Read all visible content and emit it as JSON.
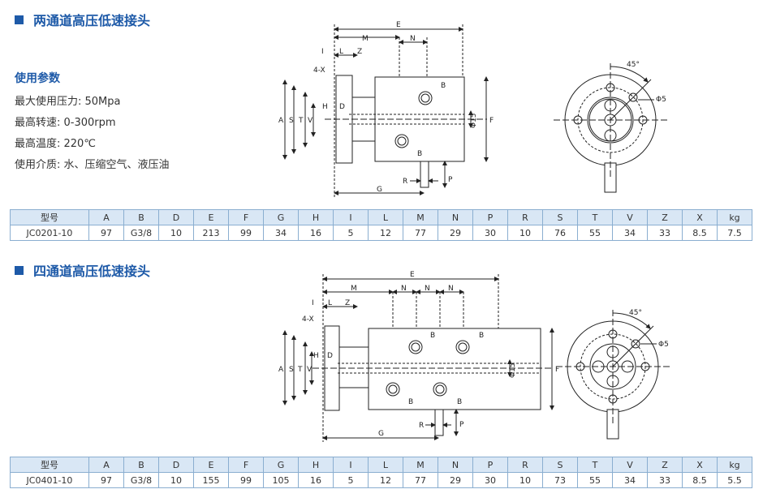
{
  "section1": {
    "title": "两通道高压低速接头",
    "params_heading": "使用参数",
    "params": [
      "最大使用压力: 50Mpa",
      "最高转速: 0-300rpm",
      "最高温度: 220℃",
      "使用介质: 水、压缩空气、液压油"
    ],
    "drawing_labels": {
      "E": "E",
      "M": "M",
      "N": "N",
      "I": "I",
      "L": "L",
      "Z": "Z",
      "X": "4-X",
      "A": "A",
      "S": "S",
      "T": "T",
      "V": "V",
      "H": "H",
      "D": "D",
      "B": "B",
      "F": "F",
      "G": "G",
      "R": "R",
      "P": "P",
      "phi15": "Φ15",
      "deg": "45°",
      "phi5": "Φ5"
    },
    "table": {
      "headers": [
        "型号",
        "A",
        "B",
        "D",
        "E",
        "F",
        "G",
        "H",
        "I",
        "L",
        "M",
        "N",
        "P",
        "R",
        "S",
        "T",
        "V",
        "Z",
        "X",
        "kg"
      ],
      "row": [
        "JC0201-10",
        "97",
        "G3/8",
        "10",
        "213",
        "99",
        "34",
        "16",
        "5",
        "12",
        "77",
        "29",
        "30",
        "10",
        "76",
        "55",
        "34",
        "33",
        "8.5",
        "7.5"
      ]
    }
  },
  "section2": {
    "title": "四通道高压低速接头",
    "drawing_labels": {
      "E": "E",
      "M": "M",
      "N": "N",
      "I": "I",
      "L": "L",
      "Z": "Z",
      "X": "4-X",
      "A": "A",
      "S": "S",
      "T": "T",
      "V": "V",
      "H": "H",
      "D": "D",
      "B": "B",
      "F": "F",
      "G": "G",
      "R": "R",
      "P": "P",
      "phi15": "Φ15",
      "deg": "45°",
      "phi5": "Φ5"
    },
    "table": {
      "headers": [
        "型号",
        "A",
        "B",
        "D",
        "E",
        "F",
        "G",
        "H",
        "I",
        "L",
        "M",
        "N",
        "P",
        "R",
        "S",
        "T",
        "V",
        "Z",
        "X",
        "kg"
      ],
      "row": [
        "JC0401-10",
        "97",
        "G3/8",
        "10",
        "155",
        "99",
        "105",
        "16",
        "5",
        "12",
        "77",
        "29",
        "30",
        "10",
        "73",
        "55",
        "34",
        "33",
        "8.5",
        "5.5"
      ]
    }
  }
}
